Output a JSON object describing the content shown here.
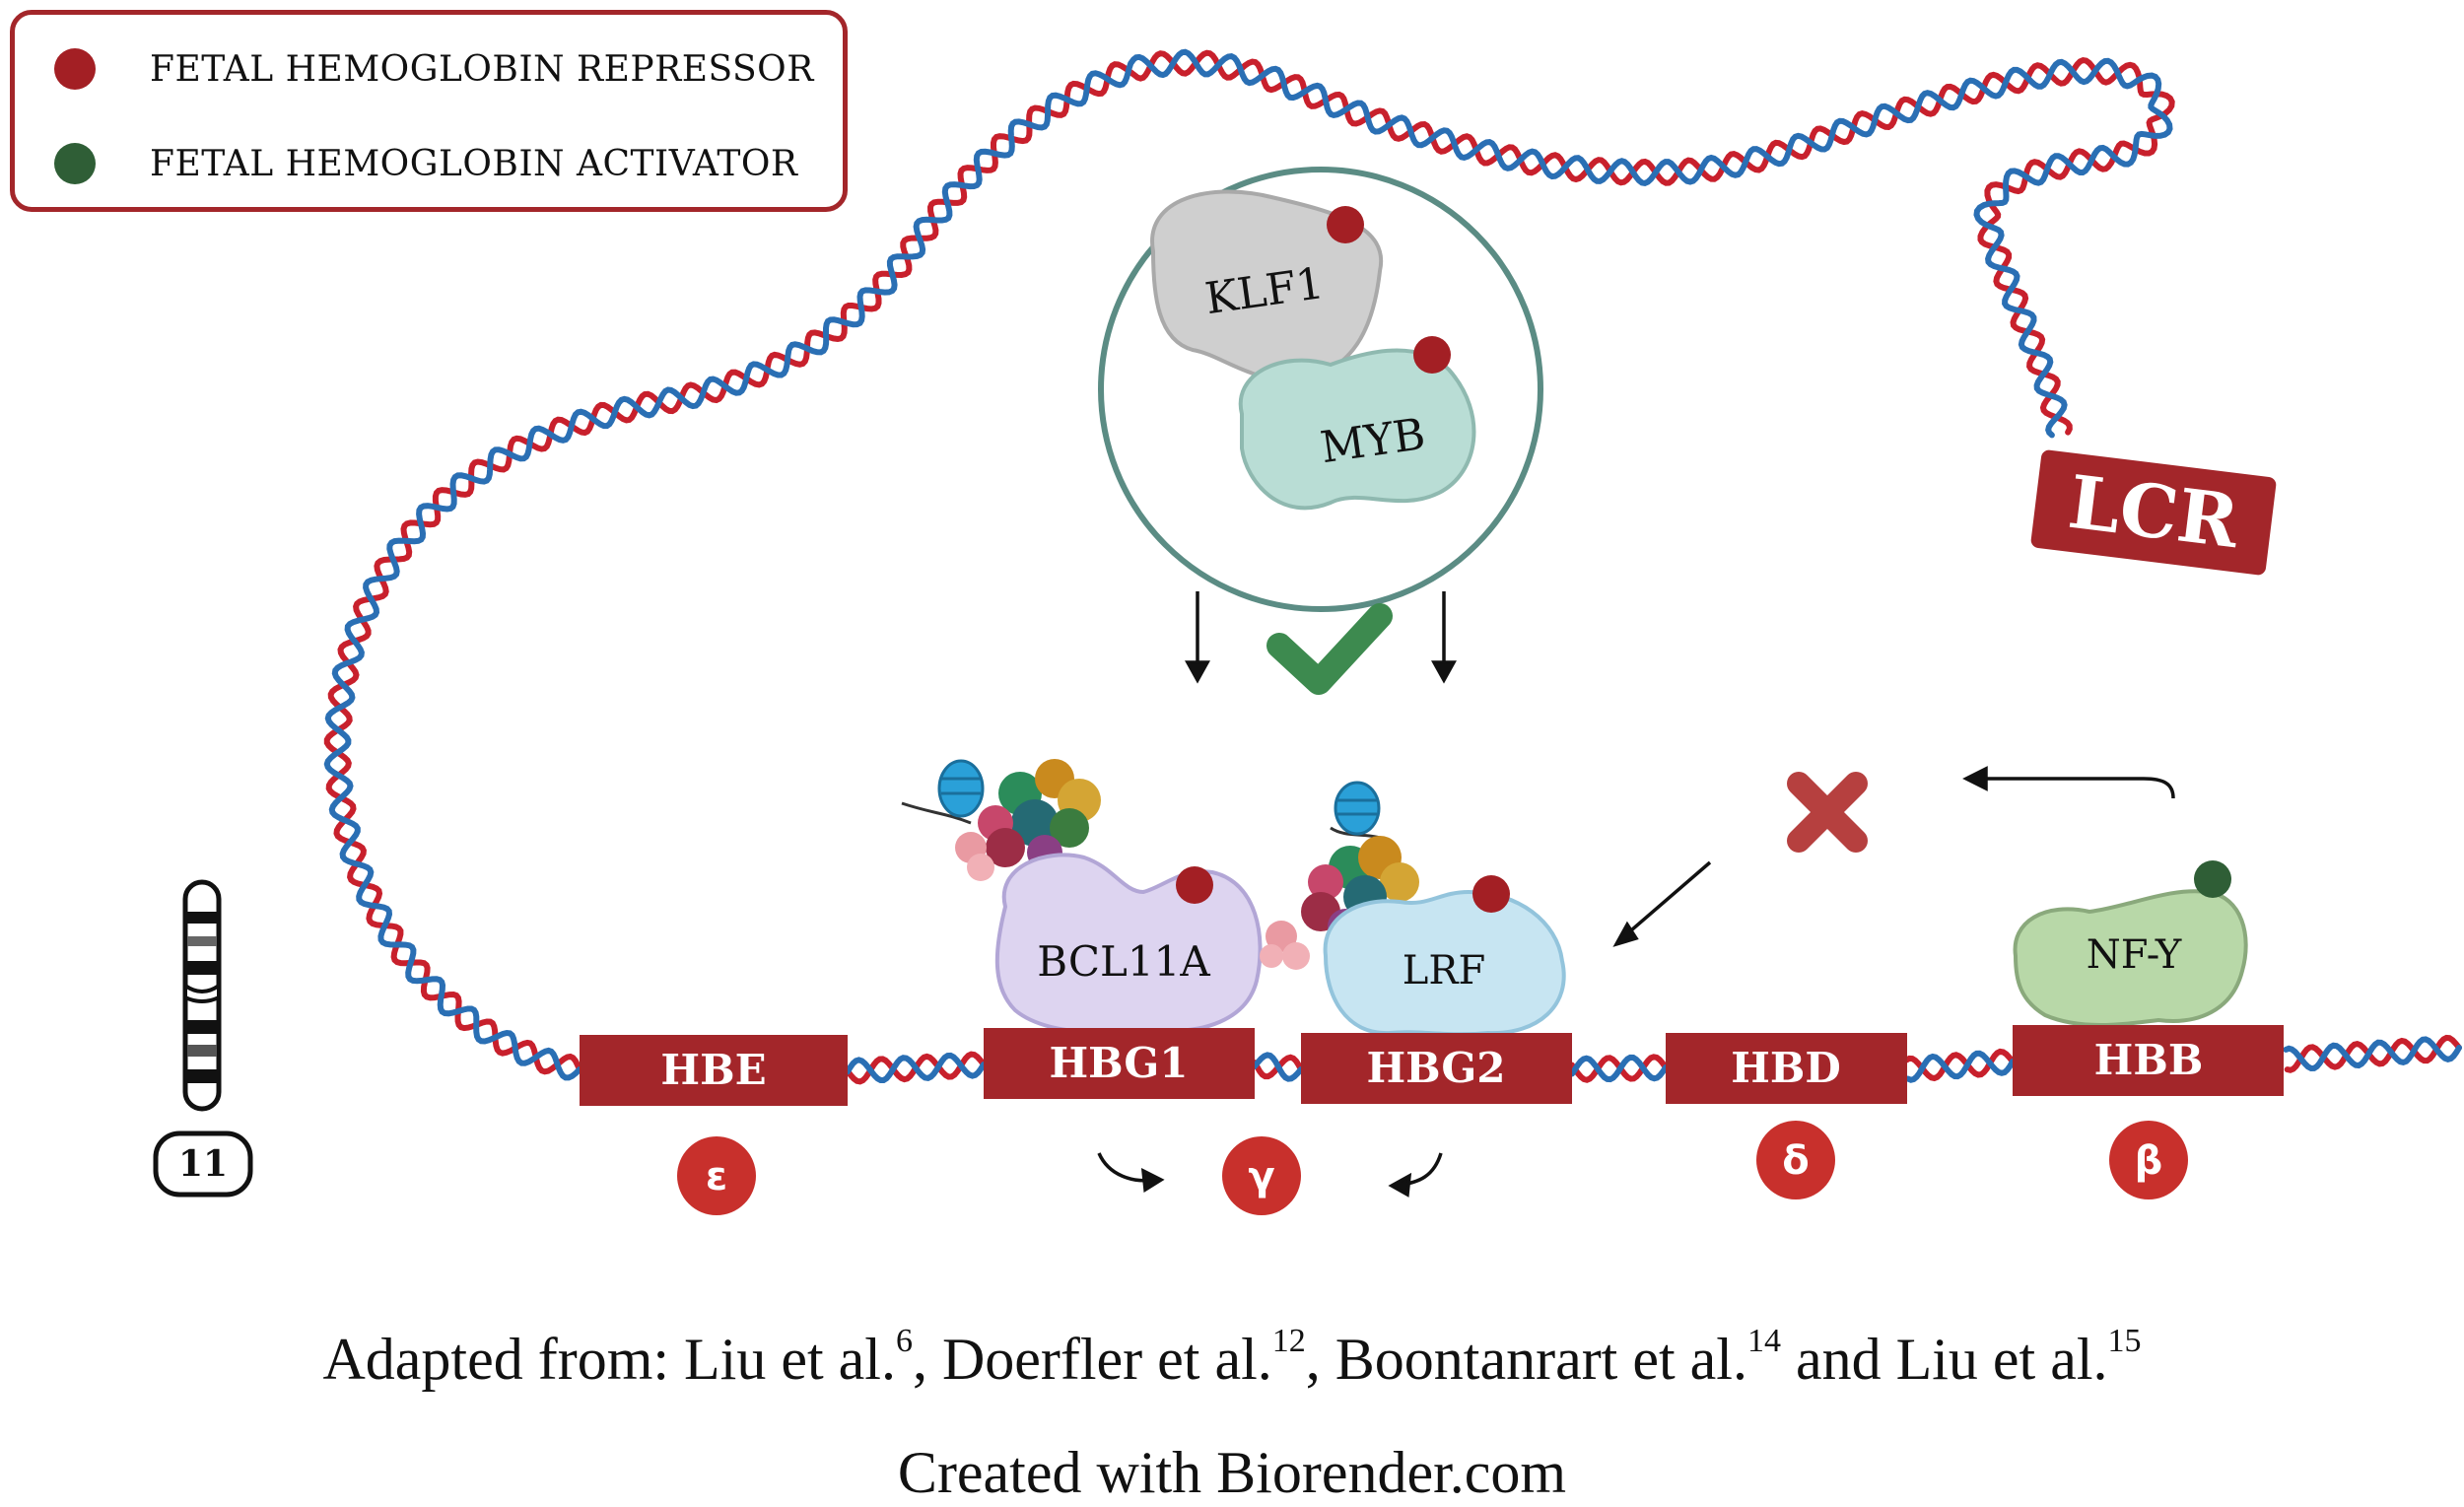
{
  "legend": {
    "repressor": {
      "label": "FETAL HEMOGLOBIN REPRESSOR",
      "color": "#a31f24"
    },
    "activator": {
      "label": "FETAL HEMOGLOBIN ACTIVATOR",
      "color": "#2f5e36"
    }
  },
  "region_label": "LCR",
  "chromosome_label": "11",
  "genes": [
    {
      "name": "HBE",
      "chain": "ε"
    },
    {
      "name": "HBG1",
      "chain": ""
    },
    {
      "name": "HBG2",
      "chain": "γ"
    },
    {
      "name": "HBD",
      "chain": "δ"
    },
    {
      "name": "HBB",
      "chain": "β"
    }
  ],
  "proteins": {
    "klf1": "KLF1",
    "myb": "MYB",
    "bcl11a": "BCL11A",
    "lrf": "LRF",
    "nfy": "NF-Y"
  },
  "caption": {
    "line1": {
      "prefix": "Adapted from: ",
      "a1": "Liu et al.",
      "r1": "6",
      "s1": ", ",
      "a2": "Doerfler et al.",
      "r2": "12",
      "s2": ", ",
      "a3": "Boontanrart et al.",
      "r3": "14",
      "s3": " and ",
      "a4": "Liu et al.",
      "r4": "15"
    },
    "line2": "Created with Biorender.com"
  },
  "colors": {
    "dna_red": "#c8202c",
    "dna_blue": "#2a6fb4",
    "gene_box": "#a3262a",
    "check": "#3d8a4f",
    "cross": "#b6403f"
  }
}
